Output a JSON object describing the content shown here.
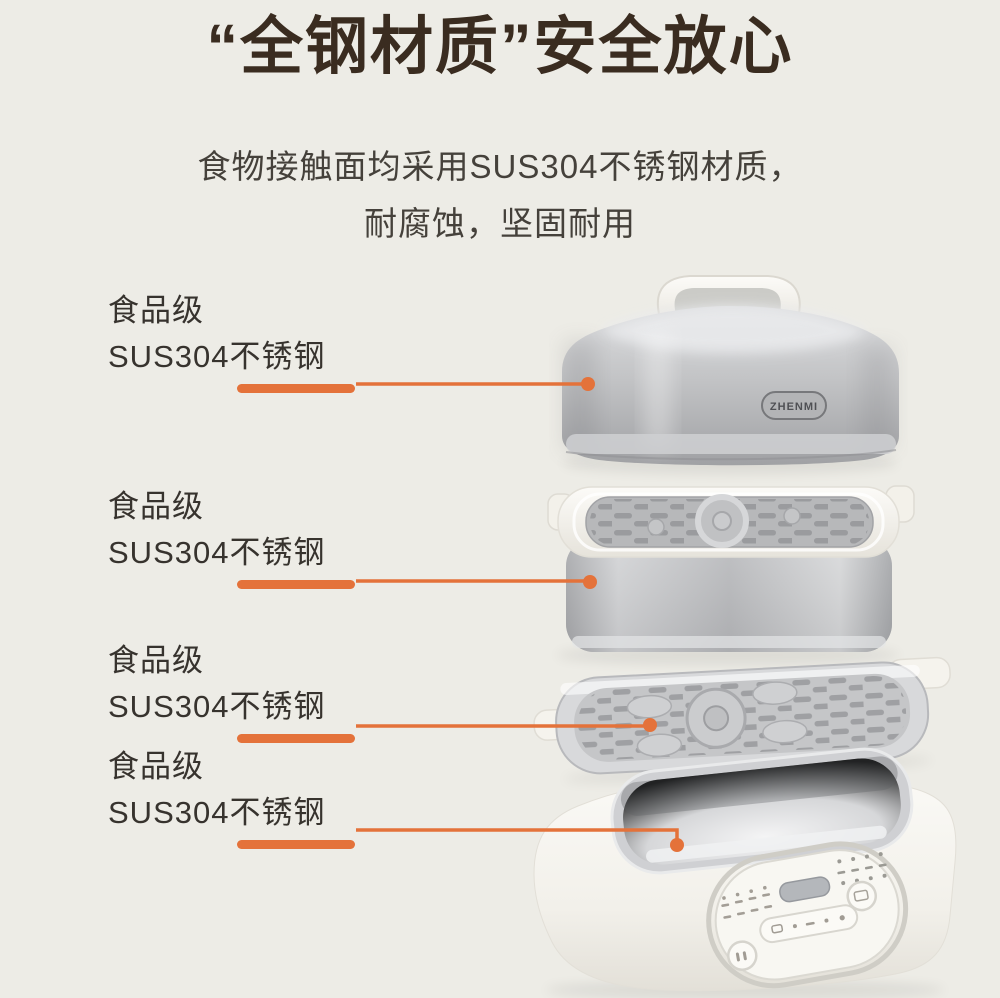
{
  "page": {
    "background_color": "#EDECE6",
    "accent_color": "#E4723A",
    "title_color": "#3A2C20",
    "subtitle_color": "#45413B"
  },
  "header": {
    "title": "“全钢材质”安全放心",
    "subtitle_line1": "食物接触面均采用SUS304不锈钢材质，",
    "subtitle_line2": "耐腐蚀，坚固耐用"
  },
  "callouts": [
    {
      "grade": "食品级",
      "material": "SUS304不锈钢",
      "points_to": "steel-lid"
    },
    {
      "grade": "食品级",
      "material": "SUS304不锈钢",
      "points_to": "steam-basket"
    },
    {
      "grade": "食品级",
      "material": "SUS304不锈钢",
      "points_to": "steam-tray"
    },
    {
      "grade": "食品级",
      "material": "SUS304不锈钢",
      "points_to": "inner-pot"
    }
  ],
  "product": {
    "brand_logo": "ZHENMI"
  }
}
